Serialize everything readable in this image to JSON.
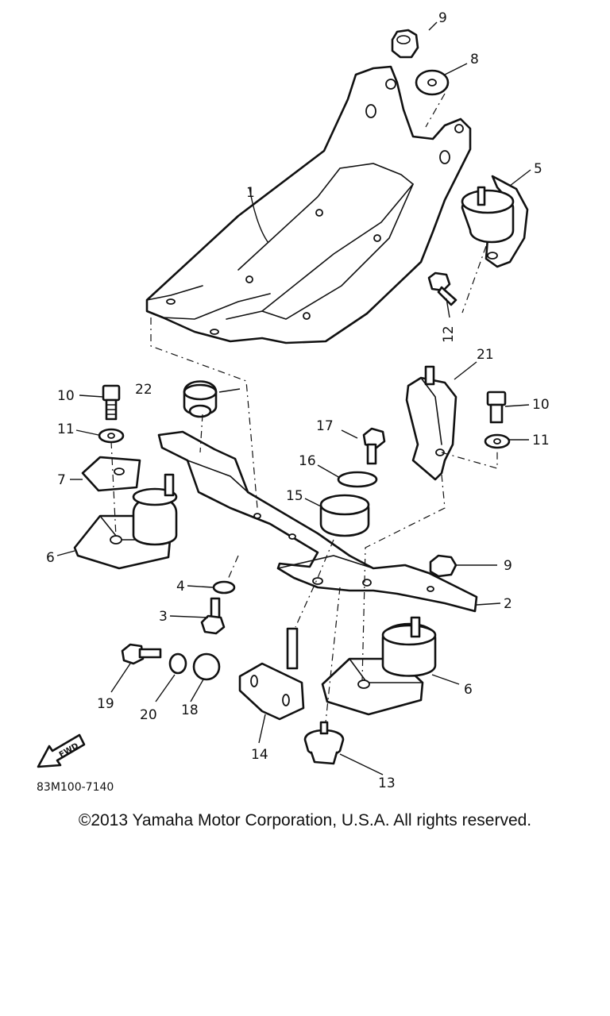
{
  "diagram": {
    "ref_code": "83M100-7140",
    "fwd_marker": "FWD",
    "callouts": [
      {
        "id": "c1",
        "label": "1"
      },
      {
        "id": "c2",
        "label": "2"
      },
      {
        "id": "c3",
        "label": "3"
      },
      {
        "id": "c4",
        "label": "4"
      },
      {
        "id": "c5",
        "label": "5"
      },
      {
        "id": "c6a",
        "label": "6"
      },
      {
        "id": "c6b",
        "label": "6"
      },
      {
        "id": "c7",
        "label": "7"
      },
      {
        "id": "c8",
        "label": "8"
      },
      {
        "id": "c9a",
        "label": "9"
      },
      {
        "id": "c9b",
        "label": "9"
      },
      {
        "id": "c10a",
        "label": "10"
      },
      {
        "id": "c10b",
        "label": "10"
      },
      {
        "id": "c11a",
        "label": "11"
      },
      {
        "id": "c11b",
        "label": "11"
      },
      {
        "id": "c12",
        "label": "12"
      },
      {
        "id": "c13",
        "label": "13"
      },
      {
        "id": "c14",
        "label": "14"
      },
      {
        "id": "c15",
        "label": "15"
      },
      {
        "id": "c16",
        "label": "16"
      },
      {
        "id": "c17",
        "label": "17"
      },
      {
        "id": "c18",
        "label": "18"
      },
      {
        "id": "c19",
        "label": "19"
      },
      {
        "id": "c20",
        "label": "20"
      },
      {
        "id": "c21",
        "label": "21"
      },
      {
        "id": "c22",
        "label": "22"
      }
    ]
  },
  "footer": {
    "copyright": "©2013 Yamaha Motor Corporation, U.S.A. All rights reserved."
  }
}
